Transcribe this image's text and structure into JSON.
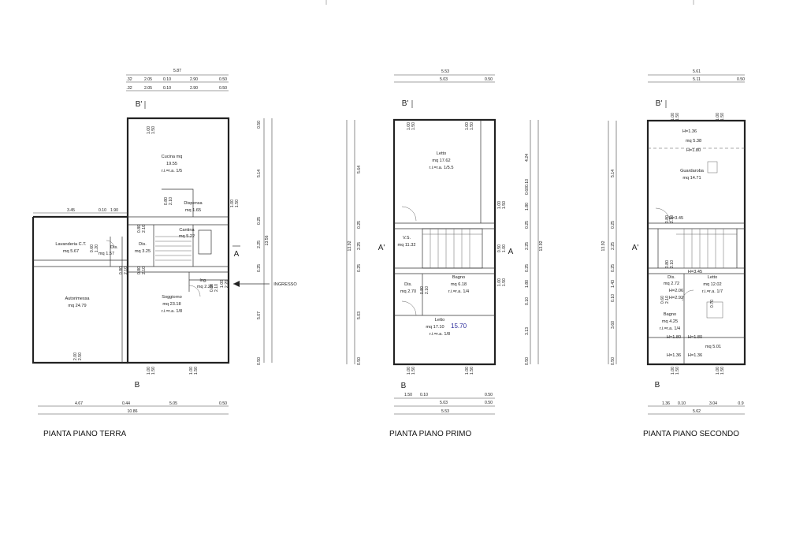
{
  "plans": [
    {
      "id": "terra",
      "title": "PIANTA PIANO TERRA",
      "overall_top": "5.87",
      "top_dims_a": [
        ".32",
        "2.05",
        "0.10",
        "2.90",
        "0.50"
      ],
      "top_dims_b": [
        ".32",
        "2.05",
        "0.10",
        "2.90",
        "0.50"
      ],
      "left_dims": [
        "3.45",
        "0.10",
        "1.90"
      ],
      "bottom_dims": [
        "4.67",
        "0.44",
        "5.05",
        "0.50"
      ],
      "overall_bottom": "10.86",
      "right_dims": [
        "0.50",
        "5.14",
        "0.25",
        "2.25",
        "0.25",
        "5.07",
        "0.50"
      ],
      "right_total": "13.56",
      "section_top": "B'",
      "section_bottom": "B",
      "section_side": "A",
      "entrance": "INGRESSO",
      "rooms": [
        {
          "name": "Cucina mq",
          "l2": "19.55",
          "l3": "r.i.=r.a. 1/5"
        },
        {
          "name": "Dispensa",
          "l2": "mq 1.65",
          "l3": ""
        },
        {
          "name": "Cantina",
          "l2": "mq 5.22",
          "l3": ""
        },
        {
          "name": "Dis.",
          "l2": "mq 3.25",
          "l3": ""
        },
        {
          "name": "Lavanderia C.T.",
          "l2": "mq 5.67",
          "l3": ""
        },
        {
          "name": "Dis.",
          "l2": "mq 1.57",
          "l3": ""
        },
        {
          "name": "Autorimessa",
          "l2": "mq 24.79",
          "l3": ""
        },
        {
          "name": "Soggiorno",
          "l2": "mq 23.18",
          "l3": "r.i.=r.a. 1/8"
        },
        {
          "name": "Ing.",
          "l2": "mq 2.25",
          "l3": ""
        }
      ],
      "openings": [
        "1.00 1.50",
        "0.80 2.10",
        "1.00 1.50",
        "0.80 2.10",
        "0.80 2.10",
        "0.80 2.10",
        "0.60 1.20",
        "0.80 2.10",
        "2.00 2.50",
        "1.00 1.50",
        "1.00 1.50",
        "1.00 2.20"
      ]
    },
    {
      "id": "primo",
      "title": "PIANTA PIANO PRIMO",
      "overall_top": "5.53",
      "top_dims_a": [
        "5.03",
        "0.50"
      ],
      "bottom_dims": [
        "1.50",
        "0.10",
        "0.50"
      ],
      "bottom_dims_b": [
        "5.03",
        "0.50"
      ],
      "overall_bottom": "5.53",
      "left_dims": [
        "5.64",
        "0.25",
        "2.25",
        "0.25",
        "5.03",
        "0.50"
      ],
      "left_total": "13.92",
      "right_dims": [
        "4.24",
        "0.10",
        "0.60",
        "1.80",
        "0.25",
        "2.25",
        "0.25",
        "1.80",
        "0.10",
        "3.13",
        "0.50"
      ],
      "right_total": "13.92",
      "section_top": "B'",
      "section_bottom": "B",
      "section_left": "A'",
      "section_right": "A",
      "rooms": [
        {
          "name": "Letto",
          "l2": "mq 17.62",
          "l3": "r.i.=r.a. 1/5.5"
        },
        {
          "name": "V.S.",
          "l2": "mq 11.32",
          "l3": ""
        },
        {
          "name": "Dis.",
          "l2": "mq 2.70",
          "l3": ""
        },
        {
          "name": "Bagno",
          "l2": "mq 6.18",
          "l3": "r.i.=r.a. 1/4"
        },
        {
          "name": "Letto",
          "l2": "mq 17.10",
          "l3": "r.i.=r.a. 1/8"
        }
      ],
      "handwritten": "15.70",
      "openings": [
        "1.00 1.50",
        "1.00 1.50",
        "1.00 1.50",
        "0.50 1.00",
        "0.80 2.10",
        "1.00 1.50",
        "1.00 1.50",
        "1.00 1.50"
      ]
    },
    {
      "id": "secondo",
      "title": "PIANTA PIANO SECONDO",
      "overall_top": "5.61",
      "top_dims_a": [
        "5.11",
        "0.50"
      ],
      "bottom_dims": [
        "1.36",
        "0.10",
        "3.04",
        "0.9"
      ],
      "overall_bottom": "5.62",
      "left_dims": [
        "5.14",
        "0.25",
        "2.25",
        "0.25",
        "1.43",
        "0.10",
        "3.60",
        "0.50"
      ],
      "left_total": "13.92",
      "section_top": "B'",
      "section_bottom": "B",
      "section_left": "A'",
      "rooms": [
        {
          "name": "H=1.36",
          "l2": "mq 5.38",
          "l3": "H=1.80"
        },
        {
          "name": "Guardaroba",
          "l2": "mq 14.71",
          "l3": ""
        },
        {
          "name": "H=3.45",
          "l2": "",
          "l3": ""
        },
        {
          "name": "Dis.",
          "l2": "mq 2.72",
          "l3": ""
        },
        {
          "name": "Letto",
          "l2": "mq 12.02",
          "l3": "r.i.=r.a. 1/7"
        },
        {
          "name": "Bagno",
          "l2": "mq 4.25",
          "l3": "r.i.=r.a. 1/4"
        },
        {
          "name": "mq 5.01",
          "l2": "",
          "l3": ""
        }
      ],
      "heights": [
        "H=3.45",
        "H=2.06",
        "H=2.92",
        "H=1.80",
        "H=1.80",
        "H=1.36",
        "H=1.36"
      ],
      "openings": [
        "1.00 1.50",
        "1.00 1.50",
        "0.80 2.10",
        "0.80 2.10",
        "0.60 2.10",
        "0.70",
        "1.00 1.50",
        "1.00 1.50"
      ]
    }
  ]
}
